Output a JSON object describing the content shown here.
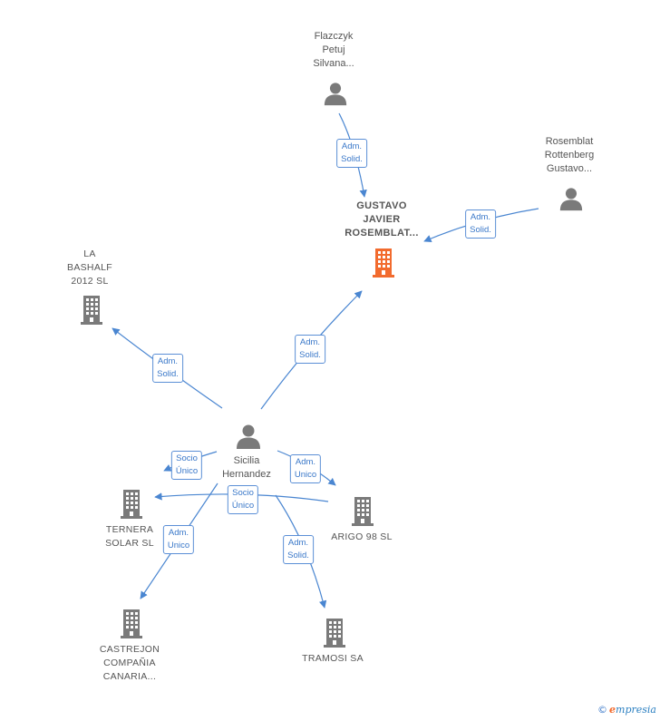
{
  "colors": {
    "edge": "#4a86d1",
    "person_icon": "#7a7a7a",
    "company_icon": "#7a7a7a",
    "company_focus": "#f26b2e"
  },
  "nodes": [
    {
      "id": "flaczcyk",
      "kind": "person",
      "lines": [
        "Flazczyk",
        "Petuj",
        "Silvana..."
      ]
    },
    {
      "id": "rosemblat_rottenberg",
      "kind": "person",
      "lines": [
        "Rosemblat",
        "Rottenberg",
        "Gustavo..."
      ]
    },
    {
      "id": "gustavo_javier",
      "kind": "company_focus",
      "lines": [
        "GUSTAVO",
        "JAVIER",
        "ROSEMBLAT..."
      ]
    },
    {
      "id": "la_bashalf",
      "kind": "company",
      "lines": [
        "LA",
        "BASHALF",
        "2012 SL"
      ]
    },
    {
      "id": "sicilia",
      "kind": "person",
      "lines": [
        "Sicilia",
        "Hernandez"
      ]
    },
    {
      "id": "ternera",
      "kind": "company",
      "lines": [
        "TERNERA",
        "SOLAR SL"
      ]
    },
    {
      "id": "arigo",
      "kind": "company",
      "lines": [
        "ARIGO 98 SL"
      ]
    },
    {
      "id": "castrejon",
      "kind": "company",
      "lines": [
        "CASTREJON",
        "COMPAÑIA",
        "CANARIA..."
      ]
    },
    {
      "id": "tramosi",
      "kind": "company",
      "lines": [
        "TRAMOSI SA"
      ]
    }
  ],
  "edges": [
    {
      "from": "flaczcyk",
      "to": "gustavo_javier",
      "lines": [
        "Adm.",
        "Solid."
      ]
    },
    {
      "from": "rosemblat_rottenberg",
      "to": "gustavo_javier",
      "lines": [
        "Adm.",
        "Solid."
      ]
    },
    {
      "from": "sicilia",
      "to": "gustavo_javier",
      "lines": [
        "Adm.",
        "Solid."
      ]
    },
    {
      "from": "sicilia",
      "to": "la_bashalf",
      "lines": [
        "Adm.",
        "Solid."
      ]
    },
    {
      "from": "sicilia",
      "to": "ternera",
      "lines": [
        "Socio",
        "Único"
      ]
    },
    {
      "from": "sicilia",
      "to": "arigo",
      "lines": [
        "Adm.",
        "Unico"
      ]
    },
    {
      "from": "arigo",
      "to": "ternera",
      "lines": [
        "Socio",
        "Único"
      ]
    },
    {
      "from": "sicilia",
      "to": "castrejon",
      "lines": [
        "Adm.",
        "Unico"
      ]
    },
    {
      "from": "sicilia",
      "to": "tramosi",
      "lines": [
        "Adm.",
        "Solid."
      ]
    }
  ],
  "footer": {
    "copyright": "©",
    "brand_initial": "e",
    "brand_rest": "mpresia"
  }
}
